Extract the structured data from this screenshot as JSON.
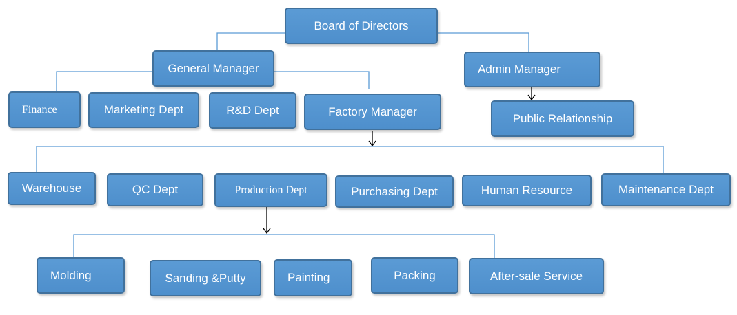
{
  "nodes": {
    "board": "Board of Directors",
    "general_manager": "General Manager",
    "admin_manager": "Admin Manager",
    "finance": "Finance",
    "marketing": "Marketing Dept",
    "rnd": "R&D Dept",
    "factory_manager": "Factory Manager",
    "public_relationship": "Public Relationship",
    "warehouse": "Warehouse",
    "qc": "QC Dept",
    "production": "Production Dept",
    "purchasing": "Purchasing Dept",
    "human_resource": "Human Resource",
    "maintenance": "Maintenance Dept",
    "molding": "Molding",
    "sanding": "Sanding &Putty",
    "painting": "Painting",
    "packing": "Packing",
    "after_sale": "After-sale Service"
  },
  "colors": {
    "box_fill": "#5b9bd5",
    "box_border": "#41719c",
    "connector": "#5b9bd5",
    "arrow": "#000000"
  }
}
